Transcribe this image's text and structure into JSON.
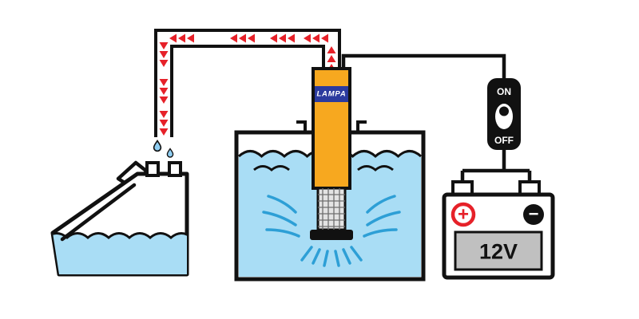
{
  "diagram": {
    "pump": {
      "brand_label": "LAMPA"
    },
    "switch": {
      "on_label": "ON",
      "off_label": "OFF"
    },
    "battery": {
      "voltage_label": "12V",
      "plus_symbol": "+",
      "minus_symbol": "−"
    }
  },
  "icons": {
    "flow_arrow": "◀",
    "water_drop": "💧"
  },
  "colors": {
    "water": "#A9DDF5",
    "drop": "#8FCEF2",
    "outline": "#111111",
    "pump_body": "#F7A81F",
    "pump_label_bg": "#2B3A9E",
    "arrow_red": "#E62129",
    "flow_blue": "#2D9FD6",
    "battery_panel": "#C0C0C0",
    "terminal_red": "#E62129",
    "filter_gray": "#E3E3E3",
    "filter_line": "#6E6E6E"
  }
}
